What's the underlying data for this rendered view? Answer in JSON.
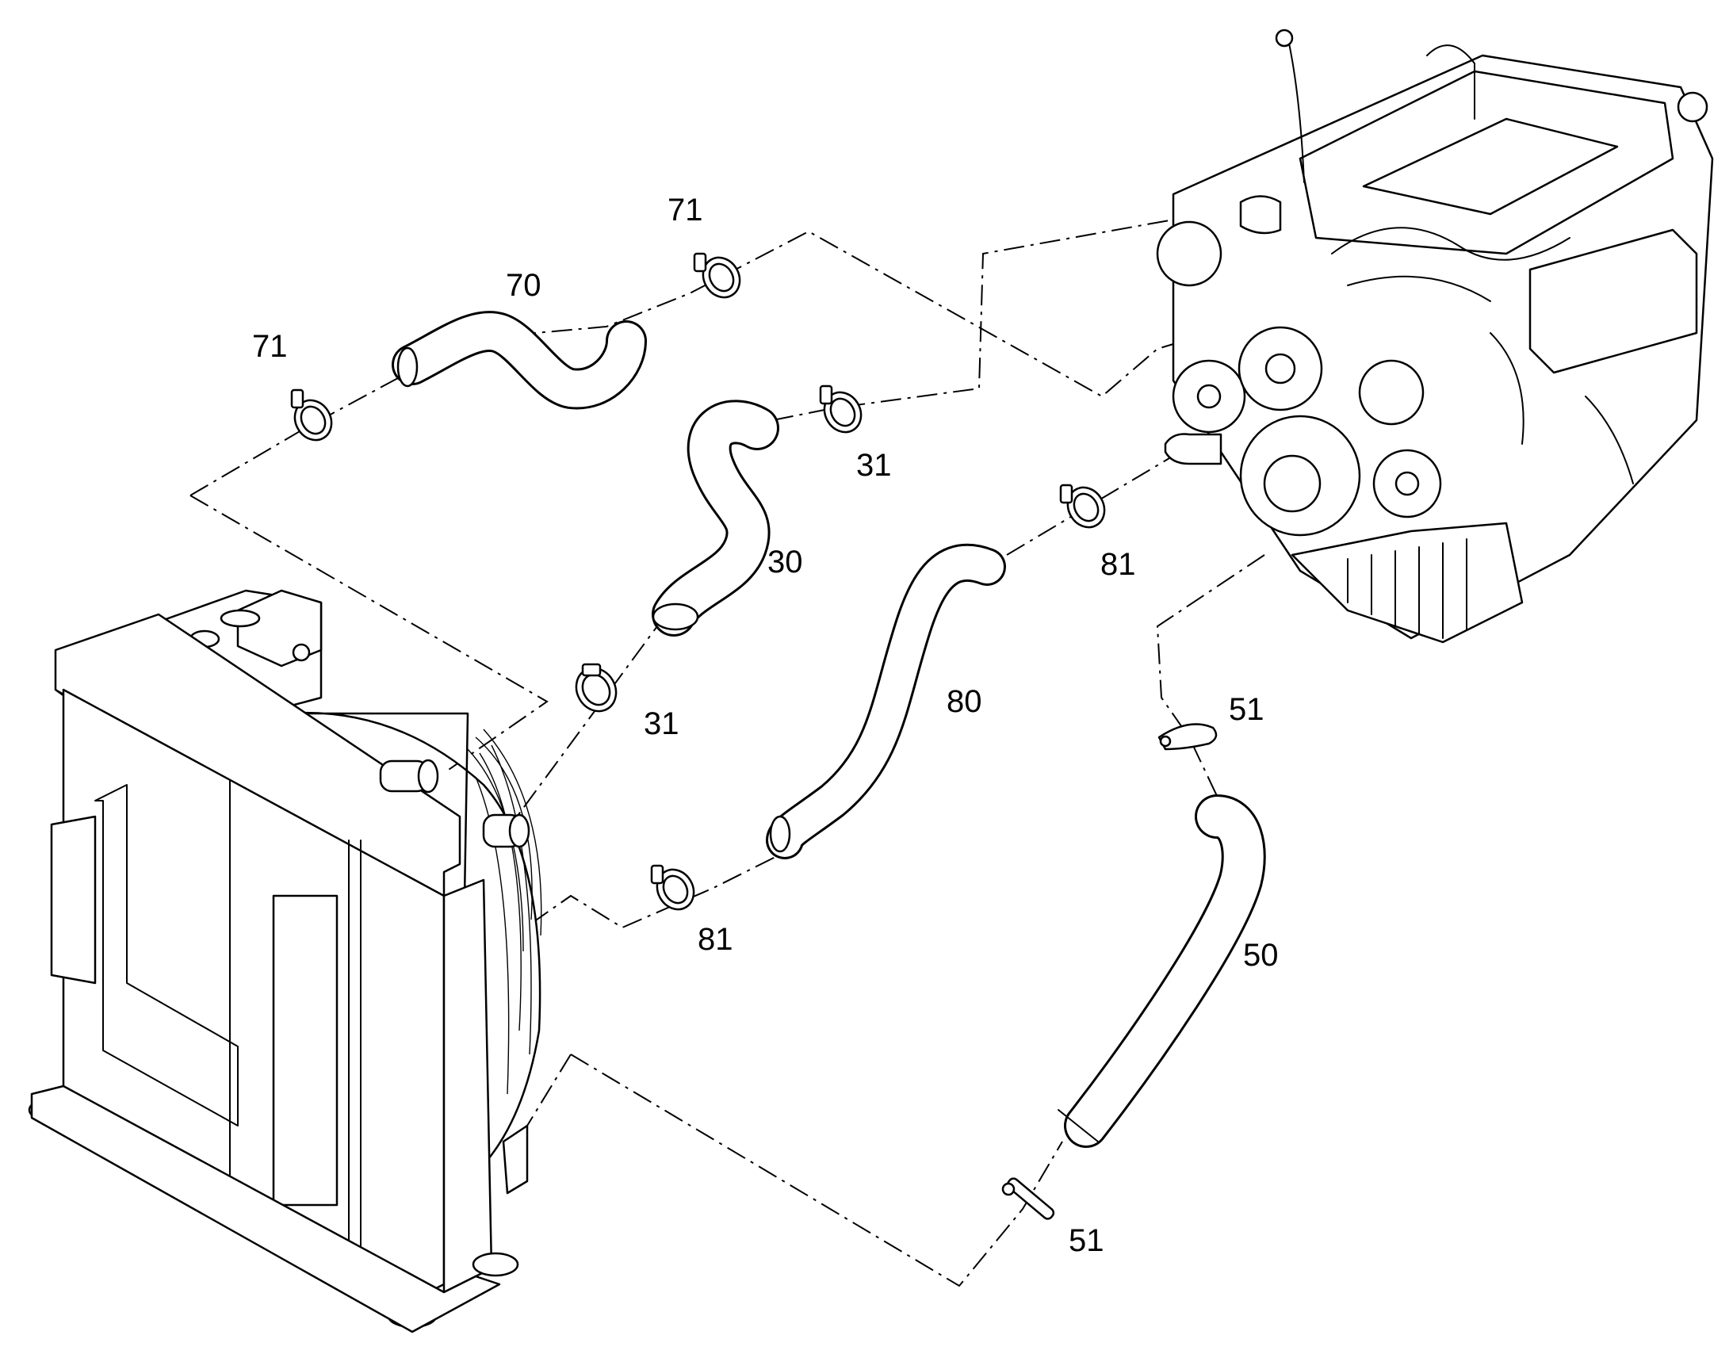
{
  "callouts": {
    "c30": "30",
    "c31a": "31",
    "c31b": "31",
    "c50": "50",
    "c51a": "51",
    "c51b": "51",
    "c70": "70",
    "c71a": "71",
    "c71b": "71",
    "c80": "80",
    "c81a": "81",
    "c81b": "81"
  },
  "colors": {
    "line": "#000000",
    "background": "#ffffff"
  }
}
